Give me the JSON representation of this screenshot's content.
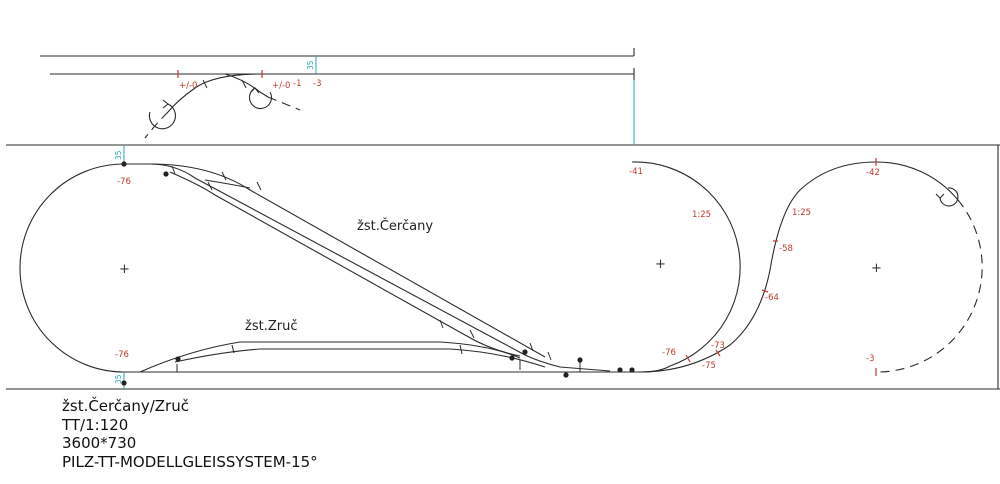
{
  "stations": {
    "upper": "žst.Čerčany",
    "lower": "žst.Zruč"
  },
  "elevations": {
    "upper_left_a": "+/-0",
    "upper_left_b": "+/-0",
    "upper_m1": "-1",
    "upper_m3": "-3",
    "left_top": "-76",
    "left_bottom": "-76",
    "right_loop_top": "-41",
    "far_loop_top": "-42",
    "helix_58": "-58",
    "helix_64": "-64",
    "helix_73": "-73",
    "helix_75": "-75",
    "helix_76": "-76",
    "far_loop_bottom": "-3"
  },
  "gradients": {
    "right_loop": "1:25",
    "helix": "1:25"
  },
  "cyan_marks": {
    "upper": "35",
    "left_top": "35",
    "left_bottom": "35"
  },
  "caption": {
    "line1": "žst.Čerčany/Zruč",
    "line2": "TT/1:120",
    "line3": "3600*730",
    "line4": "PILZ-TT-MODELLGLEISSYSTEM-15°"
  },
  "colors": {
    "track": "#2b2b2b",
    "elevation": "#c0392b",
    "level_marker": "#26a5b5"
  }
}
